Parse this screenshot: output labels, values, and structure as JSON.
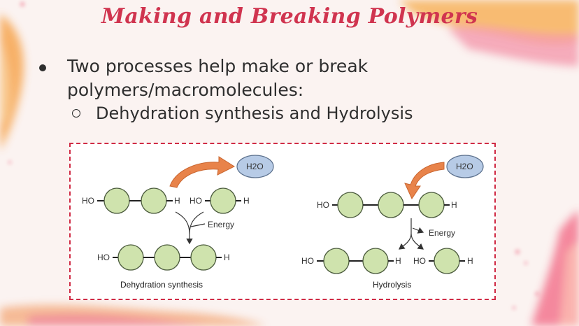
{
  "slide": {
    "title": "Making and Breaking Polymers",
    "bullet": "Two processes help make or break polymers/macromolecules:",
    "sub_bullet": "Dehydration synthesis and Hydrolysis"
  },
  "figure": {
    "dehydration": {
      "ho_left": "HO",
      "h_mid": "H",
      "ho_mid": "HO",
      "h_right": "H",
      "water": "H2O",
      "energy": "Energy",
      "product_ho": "HO",
      "product_h": "H",
      "caption": "Dehydration synthesis"
    },
    "hydrolysis": {
      "ho_left": "HO",
      "h_right": "H",
      "water": "H2O",
      "energy": "Energy",
      "product_ho_left": "HO",
      "product_h_mid": "H",
      "product_ho_mid": "HO",
      "product_h_right": "H",
      "caption": "Hydrolysis"
    }
  },
  "colors": {
    "title": "#d0344f",
    "frame": "#d02b45",
    "monomer_fill": "#cfe3ad",
    "water_fill": "#b7cbe6",
    "arrow_orange": "#e8834a"
  }
}
